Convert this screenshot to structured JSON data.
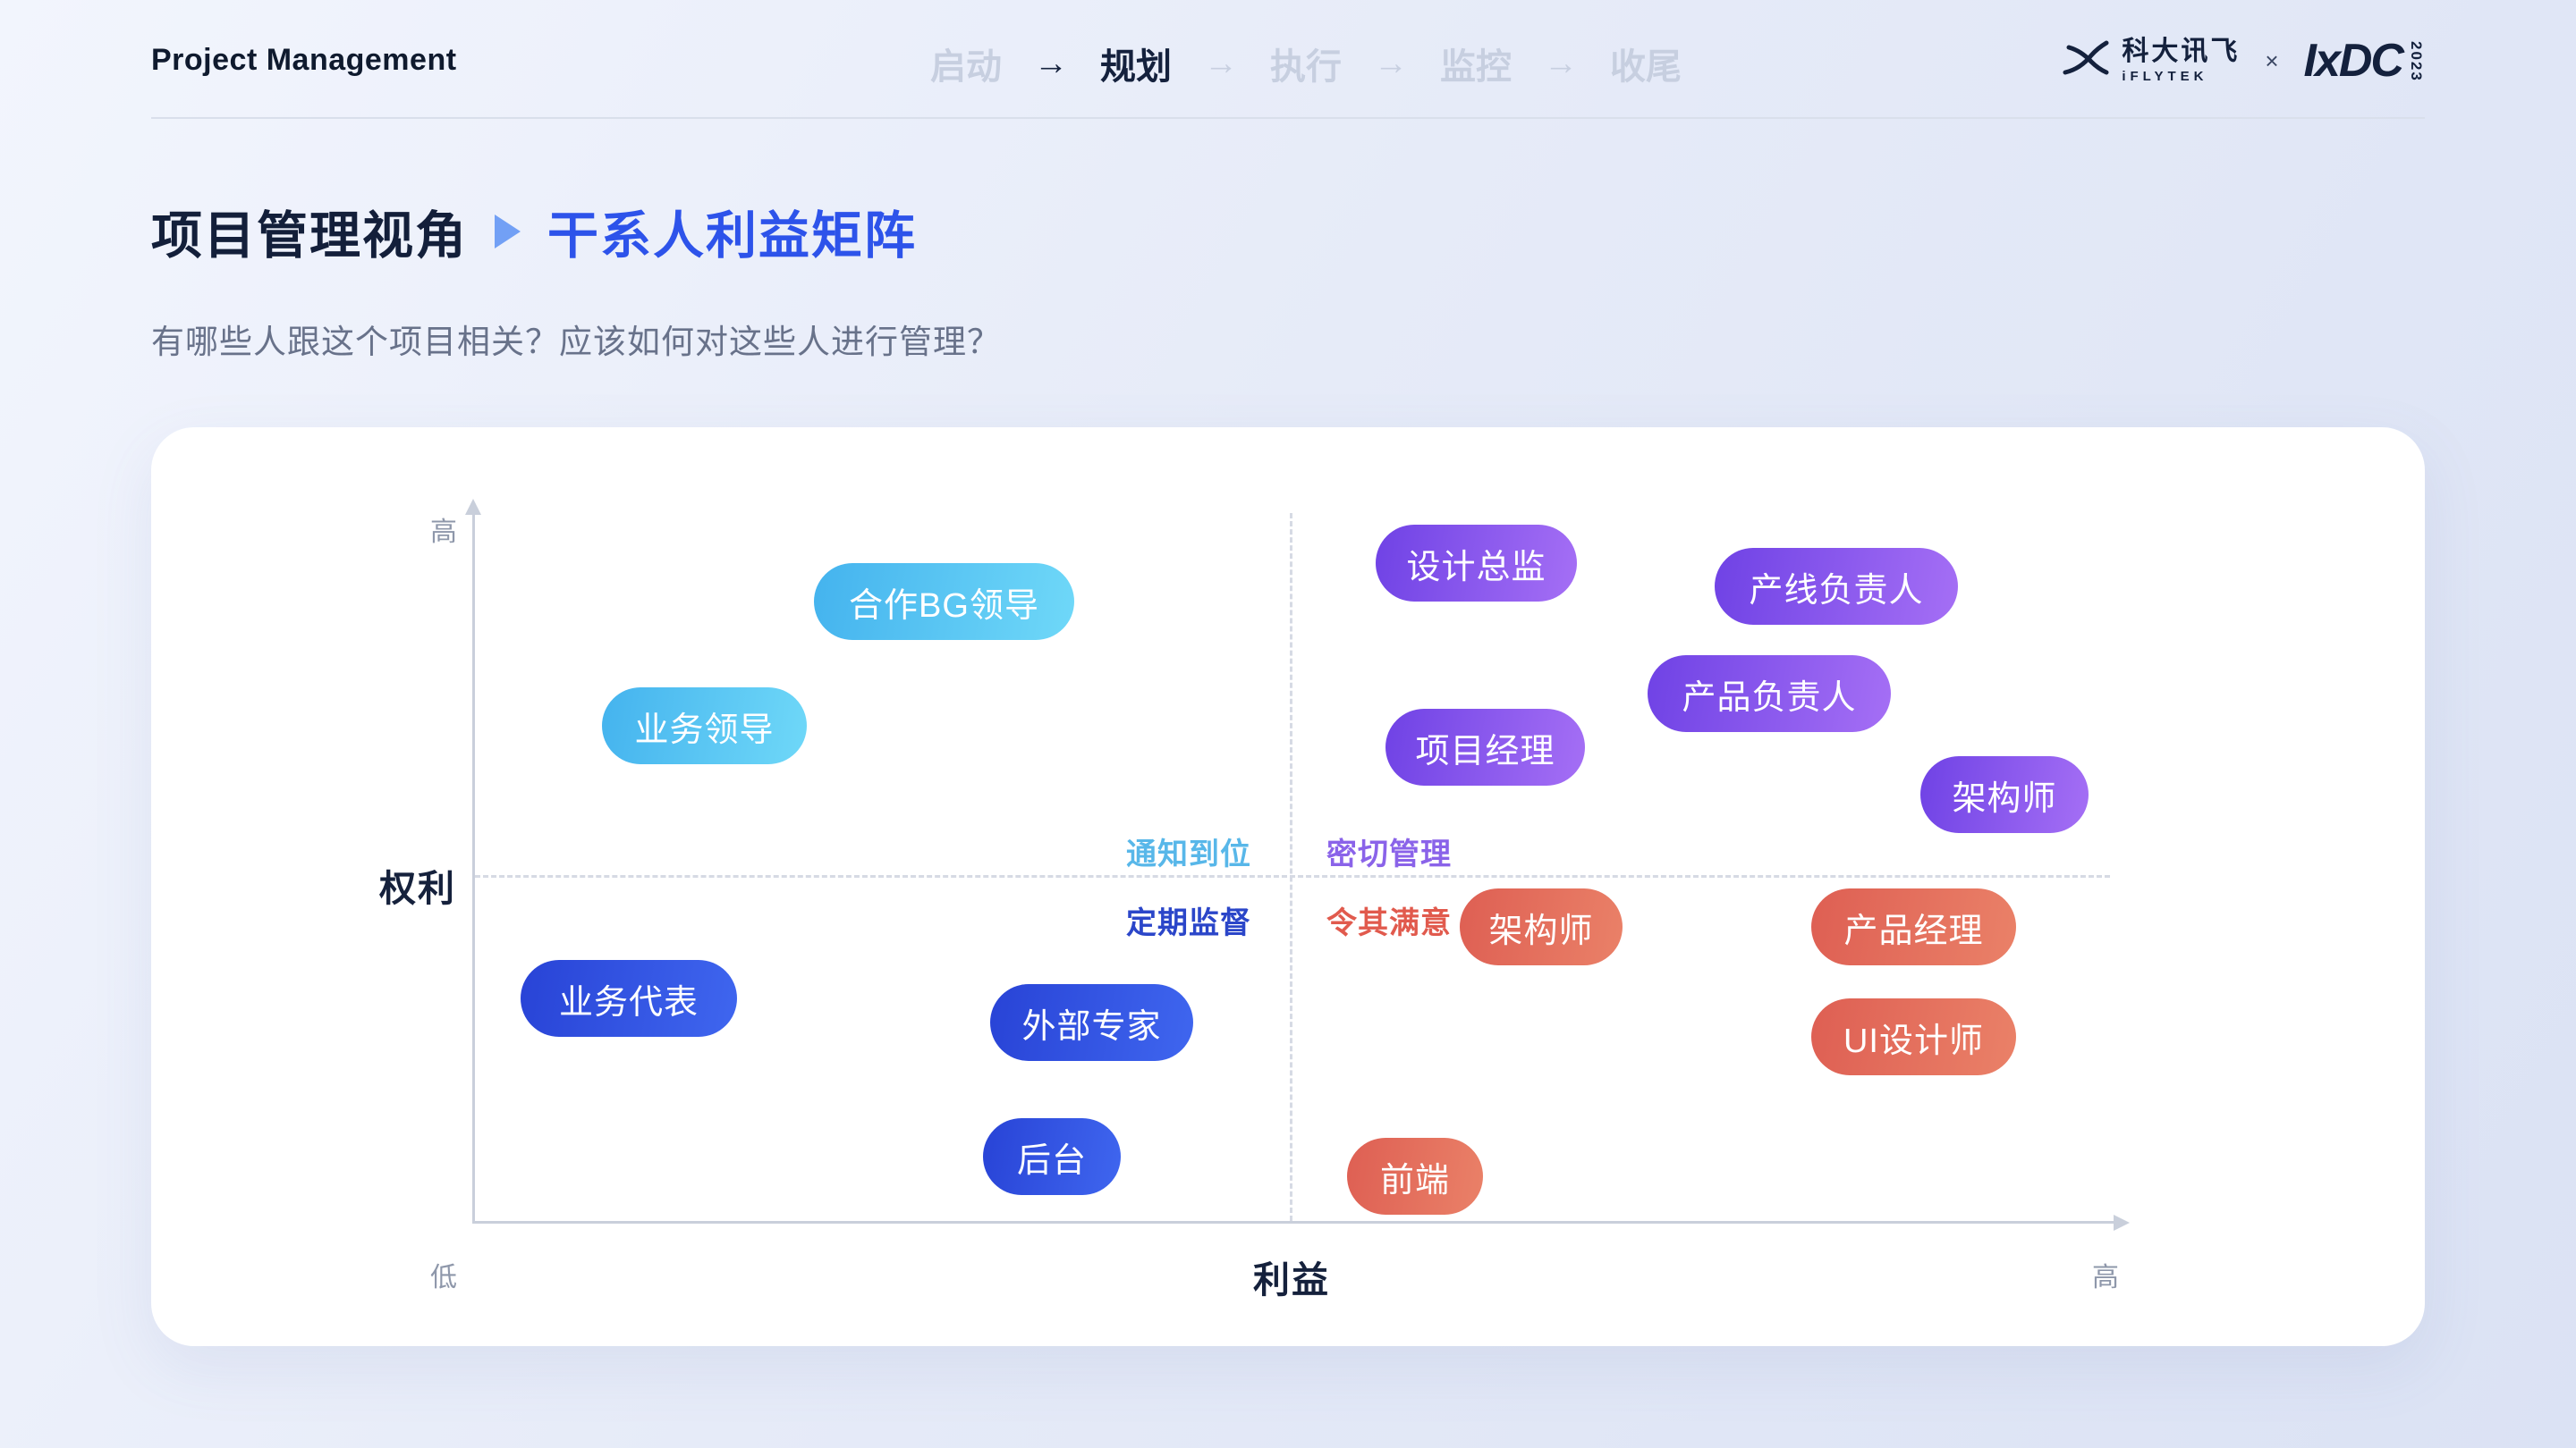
{
  "header": {
    "app_title": "Project Management",
    "steps": [
      "启动",
      "规划",
      "执行",
      "监控",
      "收尾"
    ],
    "active_step": "规划",
    "arrow": "→",
    "brand": {
      "iflytek_cn": "科大讯飞",
      "iflytek_en": "iFLYTEK",
      "separator": "×",
      "ixdc": "IxDC",
      "year": "2023"
    }
  },
  "title": {
    "section": "项目管理视角",
    "page": "干系人利益矩阵",
    "subtitle": "有哪些人跟这个项目相关？应该如何对这些人进行管理？"
  },
  "matrix": {
    "type": "quadrant-scatter",
    "y_axis_label": "权利",
    "x_axis_label": "利益",
    "y_max_label": "高",
    "y_min_label": "低",
    "x_max_label": "高",
    "quadrants": {
      "top_left": "通知到位",
      "top_right": "密切管理",
      "bottom_left": "定期监督",
      "bottom_right": "令其满意"
    },
    "bubbles": [
      {
        "label": "合作BG领导",
        "quadrant": "top_left",
        "color": "cyan"
      },
      {
        "label": "业务领导",
        "quadrant": "top_left",
        "color": "cyan"
      },
      {
        "label": "设计总监",
        "quadrant": "top_right",
        "color": "purple"
      },
      {
        "label": "产线负责人",
        "quadrant": "top_right",
        "color": "purple"
      },
      {
        "label": "产品负责人",
        "quadrant": "top_right",
        "color": "purple"
      },
      {
        "label": "项目经理",
        "quadrant": "top_right",
        "color": "purple"
      },
      {
        "label": "架构师",
        "quadrant": "top_right",
        "color": "purple"
      },
      {
        "label": "业务代表",
        "quadrant": "bottom_left",
        "color": "blue"
      },
      {
        "label": "外部专家",
        "quadrant": "bottom_left",
        "color": "blue"
      },
      {
        "label": "后台",
        "quadrant": "bottom_left",
        "color": "blue"
      },
      {
        "label": "架构师",
        "quadrant": "bottom_right",
        "color": "red"
      },
      {
        "label": "产品经理",
        "quadrant": "bottom_right",
        "color": "red"
      },
      {
        "label": "UI设计师",
        "quadrant": "bottom_right",
        "color": "red"
      },
      {
        "label": "前端",
        "quadrant": "bottom_right",
        "color": "red"
      }
    ]
  },
  "colors": {
    "accent_blue": "#2d53ea",
    "bubble_cyan": "#54c0ef",
    "bubble_purple": "#8256ee",
    "bubble_dark_blue": "#3152e3",
    "bubble_red": "#e2695c",
    "quadrant_top_left": "#58b7e9",
    "quadrant_top_right": "#8a63e9",
    "quadrant_bottom_left": "#2b46c9",
    "quadrant_bottom_right": "#e15a4d",
    "inactive_step": "#c7cfe0",
    "dark_navy": "#14213d"
  }
}
